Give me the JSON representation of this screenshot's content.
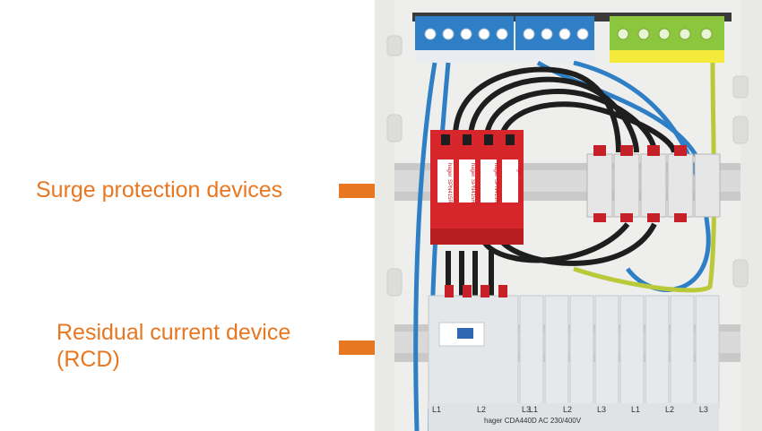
{
  "annotations": {
    "surge": {
      "text": "Surge protection devices"
    },
    "rcd": {
      "line1": "Residual current device",
      "line2": "(RCD)"
    }
  },
  "panel": {
    "spd_modules": [
      {
        "brand": "hager",
        "model": "SPN415R"
      },
      {
        "brand": "hager",
        "model": "SPN415R"
      },
      {
        "brand": "hager",
        "model": "SPN415R"
      },
      {
        "brand": "hager",
        "model": "SPN415R"
      }
    ],
    "rcd_terminal_labels": [
      "L1",
      "L2",
      "L3"
    ],
    "breaker_terminal_labels": [
      "L1",
      "L2",
      "L3",
      "L1",
      "L2",
      "L3"
    ],
    "footer_brand": "hager",
    "footer_model": "CDA440D",
    "footer_rating": "AC 230/400V"
  },
  "colors": {
    "accent": "#e87722",
    "spd_red": "#d6252b",
    "neutral_blue": "#2f7fc6",
    "earth_green": "#8cc63f",
    "breaker_gray": "#e2e5e8",
    "enclosure": "#f3f3f1"
  }
}
